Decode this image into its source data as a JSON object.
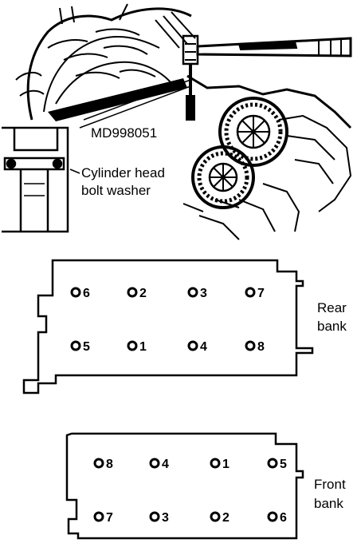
{
  "illustration": {
    "tool_label": "MD998051",
    "washer_label_line1": "Cylinder head",
    "washer_label_line2": "bolt washer"
  },
  "rear_bank": {
    "label_line1": "Rear",
    "label_line2": "bank",
    "top_row": [
      "6",
      "2",
      "3",
      "7"
    ],
    "bottom_row": [
      "5",
      "1",
      "4",
      "8"
    ]
  },
  "front_bank": {
    "label_line1": "Front",
    "label_line2": "bank",
    "top_row": [
      "8",
      "4",
      "1",
      "5"
    ],
    "bottom_row": [
      "7",
      "3",
      "2",
      "6"
    ]
  }
}
